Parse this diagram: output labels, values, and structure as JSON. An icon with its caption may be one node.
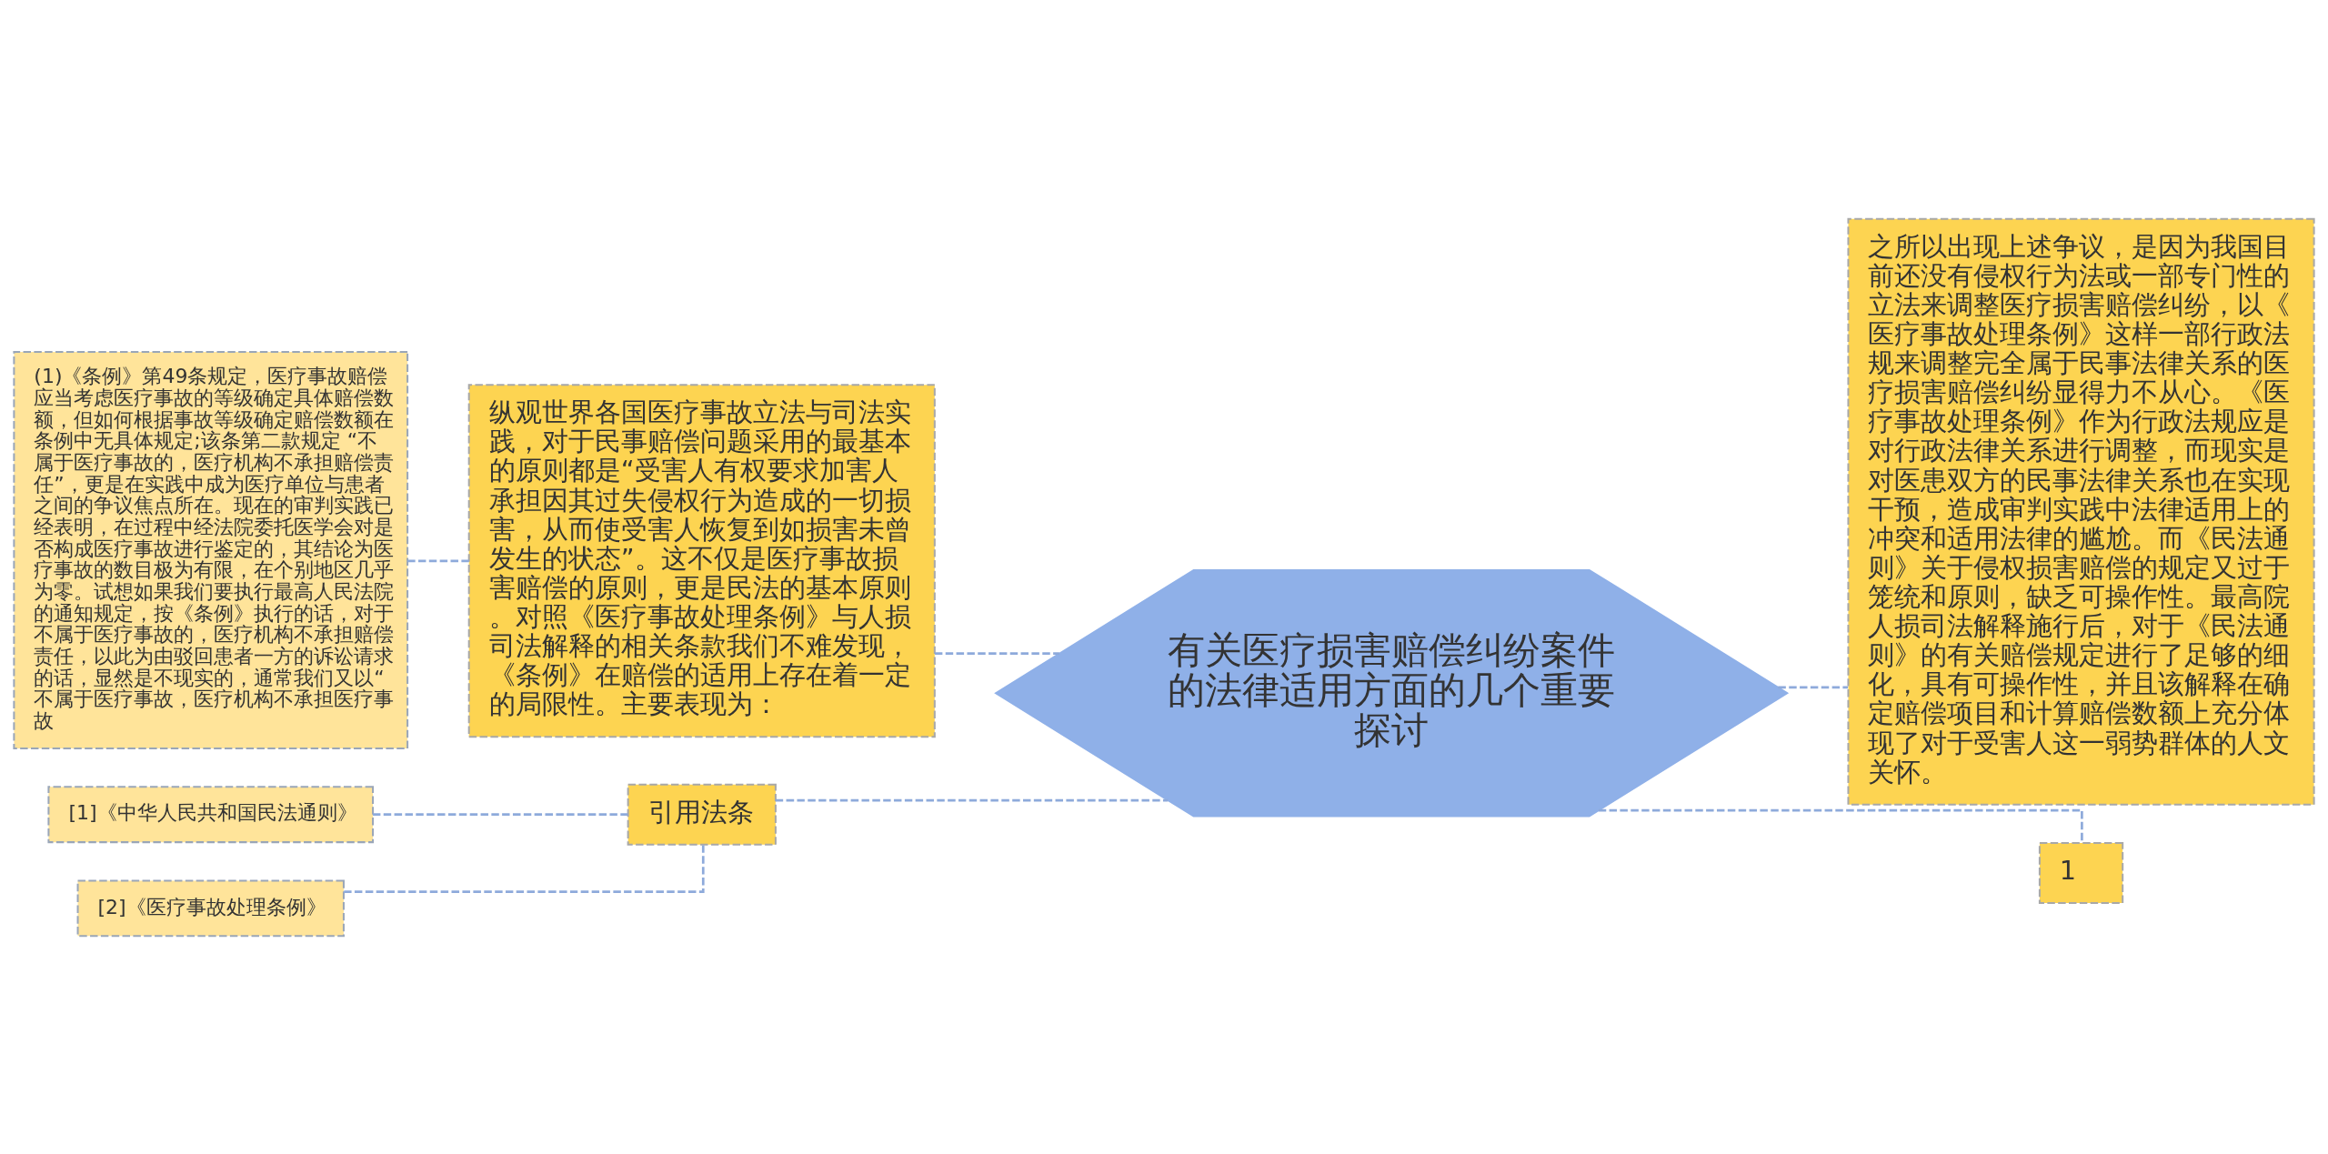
{
  "diagram": {
    "nodes": [
      {
        "text": [
          "(1)《条例》第49条规定，医疗事故赔偿应当考虑医疗事故的等级确定具体赔偿数额，但如何根据事故等级确定赔偿数额在条例中无具体规定;该条第二款规定 “不属于医疗事故的，医疗机构不承担赔偿责任”，更是在实践中成为医疗单位与患者之间的争议焦点所在。现在的审判实践已经表明，在过程中经法院委托医学会对是否构成医疗事故进行鉴定的，其结论为医疗事故的数目极为有限，在个别地区几乎为零。试想如果我们要执行最高人民法院的通知规定，按《条例》执行的话，对于不属于医疗事故的，医疗机构不承担赔偿责任，以此为由驳回患者一方的诉讼请求的话，显然是不现实的，通常我们又以“不属于医疗事故，医疗机构不承担医疗事故"
        ]
      },
      {
        "text": [
          "纵观世界各国医疗事故立法与司法实践，对于民事赔偿问题采用的最基本的原则都是“受害人有权要求加害人承担因其过失侵权行为造成的一切损害，从而使受害人恢复到如损害未曾发生的状态”。这不仅是医疗事故损害赔偿的原则，更是民法的基本原则。对照《医疗事故处理条例》与人损司法解释的相关条款我们不难发现，《条例》在赔偿的适用上存在着一定的局限性。主要表现为："
        ]
      },
      {
        "text": [
          "[1]《中华人民共和国民法通则》"
        ]
      },
      {
        "text": [
          "[2]《医疗事故处理条例》"
        ]
      },
      {
        "text": [
          "引用法条"
        ]
      },
      {
        "text": [
          "有关医疗损害赔偿纠纷案件的法律适用方面的几个重要探讨"
        ]
      },
      {
        "text": [
          "之所以出现上述争议，是因为我国目前还没有侵权行为法或一部专门性的立法来调整医疗损害赔偿纠纷，以《医疗事故处理条例》这样一部行政法规来调整完全属于民事法律关系的医疗损害赔偿纠纷显得力不从心。《医疗事故处理条例》作为行政法规应是对行政法律关系进行调整，而现实是对医患双方的民事法律关系也在实现干预，造成审判实践中法律适用上的冲突和适用法律的尴尬。而《民法通则》关于侵权损害赔偿的规定又过于笼统和原则，缺乏可操作性。最高院人损司法解释施行后，对于《民法通则》的有关赔偿规定进行了足够的细化，具有可操作性，并且该解释在确定赔偿项目和计算赔偿数额上充分体现了对于受害人这一弱势群体的人文关怀。"
        ]
      },
      {
        "text": [
          "1"
        ]
      }
    ],
    "edges": [
      {
        "from": 0,
        "to": 1,
        "arrow": "none",
        "style": "dashed"
      },
      {
        "from": 1,
        "to": 5,
        "arrow": "none",
        "style": "dashed"
      },
      {
        "from": 2,
        "to": 4,
        "arrow": "none",
        "style": "dashed"
      },
      {
        "from": 3,
        "to": 4,
        "arrow": "none",
        "style": "dashed"
      },
      {
        "from": 4,
        "to": 5,
        "arrow": "none",
        "style": "dashed"
      },
      {
        "from": 5,
        "to": 6,
        "arrow": "none",
        "style": "dashed"
      },
      {
        "from": 5,
        "to": 7,
        "arrow": "none",
        "style": "dashed"
      }
    ]
  }
}
